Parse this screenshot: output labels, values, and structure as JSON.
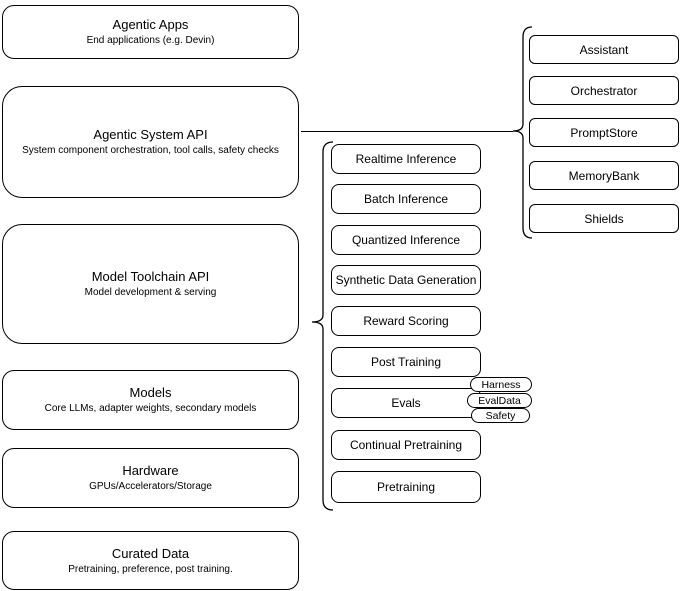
{
  "diagram": {
    "left_stack": [
      {
        "title": "Agentic Apps",
        "subtitle": "End applications (e.g. Devin)"
      },
      {
        "title": "Agentic System API",
        "subtitle": "System component orchestration, tool calls, safety checks"
      },
      {
        "title": "Model Toolchain API",
        "subtitle": "Model development & serving"
      },
      {
        "title": "Models",
        "subtitle": "Core LLMs, adapter weights, secondary models"
      },
      {
        "title": "Hardware",
        "subtitle": "GPUs/Accelerators/Storage"
      },
      {
        "title": "Curated Data",
        "subtitle": "Pretraining, preference, post training."
      }
    ],
    "toolchain_items": [
      {
        "label": "Realtime Inference"
      },
      {
        "label": "Batch Inference"
      },
      {
        "label": "Quantized Inference"
      },
      {
        "label": "Synthetic Data Generation"
      },
      {
        "label": "Reward Scoring"
      },
      {
        "label": "Post Training"
      },
      {
        "label": "Evals"
      },
      {
        "label": "Continual Pretraining"
      },
      {
        "label": "Pretraining"
      }
    ],
    "evals_tags": [
      {
        "label": "Harness"
      },
      {
        "label": "EvalData"
      },
      {
        "label": "Safety"
      }
    ],
    "system_components": [
      {
        "label": "Assistant"
      },
      {
        "label": "Orchestrator"
      },
      {
        "label": "PromptStore"
      },
      {
        "label": "MemoryBank"
      },
      {
        "label": "Shields"
      }
    ],
    "colors": {
      "stroke": "#000000",
      "background": "#ffffff",
      "text": "#000000"
    }
  }
}
